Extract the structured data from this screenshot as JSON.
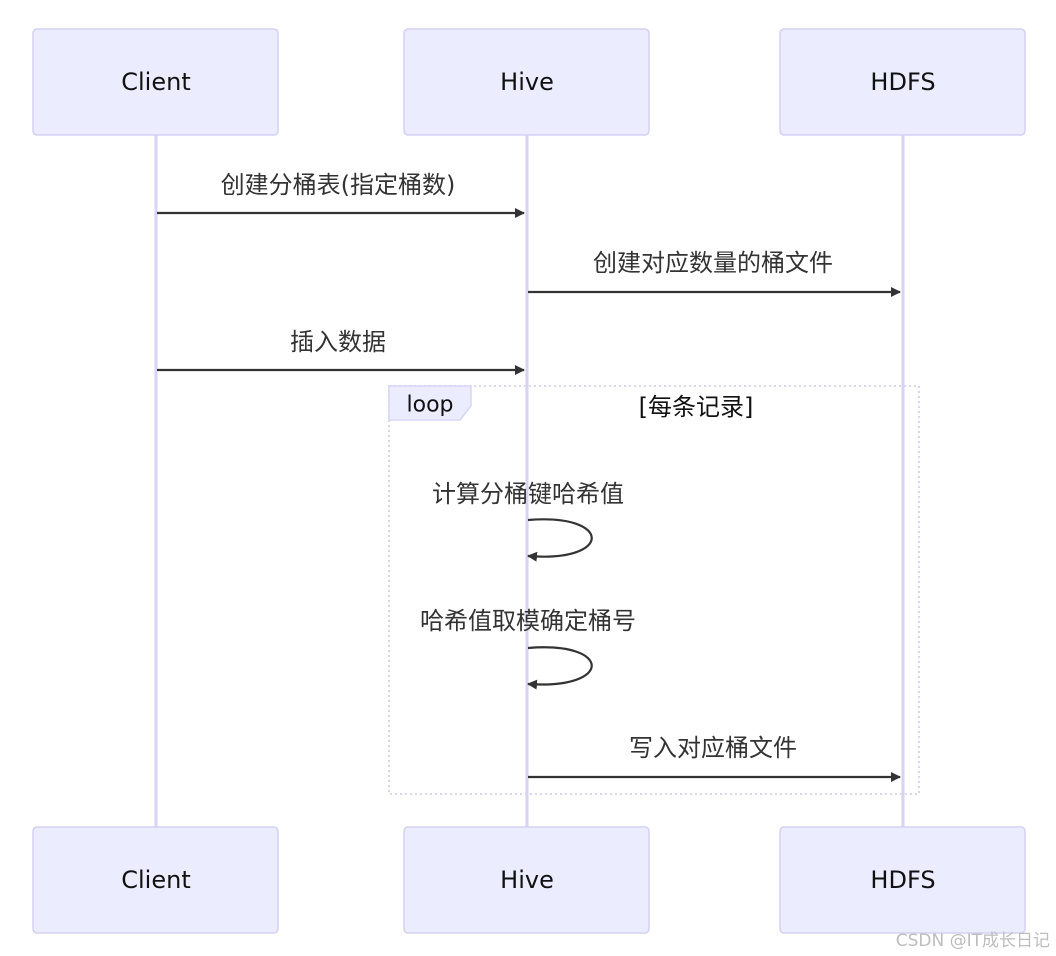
{
  "participants": {
    "client": {
      "label": "Client"
    },
    "hive": {
      "label": "Hive"
    },
    "hdfs": {
      "label": "HDFS"
    }
  },
  "messages": [
    {
      "from": "client",
      "to": "hive",
      "label": "创建分桶表(指定桶数)"
    },
    {
      "from": "hive",
      "to": "hdfs",
      "label": "创建对应数量的桶文件"
    },
    {
      "from": "client",
      "to": "hive",
      "label": "插入数据"
    },
    {
      "from": "hive",
      "to": "hive",
      "label": "计算分桶键哈希值"
    },
    {
      "from": "hive",
      "to": "hive",
      "label": "哈希值取模确定桶号"
    },
    {
      "from": "hive",
      "to": "hdfs",
      "label": "写入对应桶文件"
    }
  ],
  "loop": {
    "label": "loop",
    "condition": "[每条记录]"
  },
  "watermark": "CSDN @IT成长日记",
  "colors": {
    "actor_fill": "#ECECFF",
    "actor_border": "#D3D1F3",
    "lifeline": "#D9D2F3",
    "arrow": "#333333",
    "text": "#333333"
  }
}
